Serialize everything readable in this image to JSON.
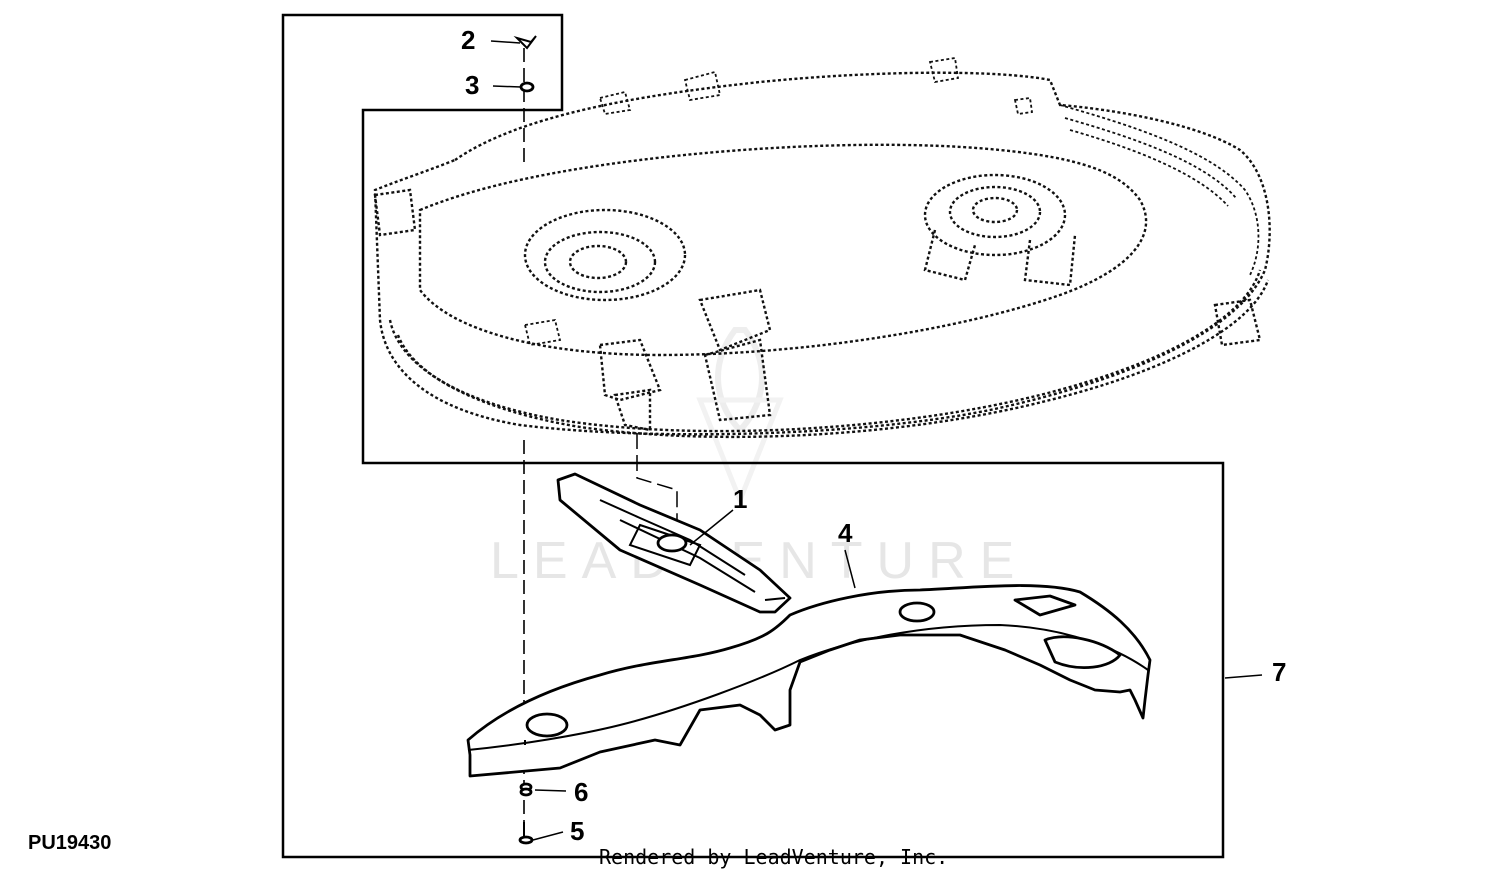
{
  "figure": {
    "id": "PU19430",
    "footer": "Rendered by LeadVenture, Inc.",
    "watermark": "LEADVENTURE"
  },
  "callouts": [
    {
      "id": "1",
      "label": "1"
    },
    {
      "id": "2",
      "label": "2"
    },
    {
      "id": "3",
      "label": "3"
    },
    {
      "id": "4",
      "label": "4"
    },
    {
      "id": "5",
      "label": "5"
    },
    {
      "id": "6",
      "label": "6"
    },
    {
      "id": "7",
      "label": "7"
    }
  ]
}
